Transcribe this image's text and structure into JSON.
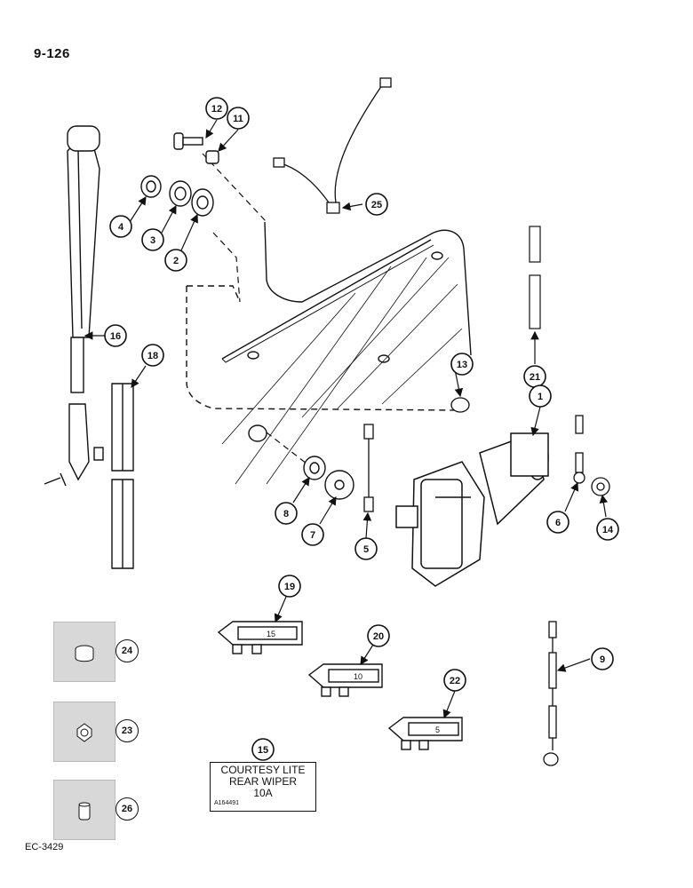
{
  "page_number": "9-126",
  "doc_code": "EC-3429",
  "decal": {
    "line1": "COURTESY LITE",
    "line2": "REAR WIPER",
    "line3": "10A",
    "part_no": "A164491"
  },
  "fuse_labels": {
    "f18": "15",
    "f19": "10",
    "f22": "5"
  },
  "callouts": [
    {
      "id": "c1",
      "num": "1"
    },
    {
      "id": "c2",
      "num": "2"
    },
    {
      "id": "c3",
      "num": "3"
    },
    {
      "id": "c4",
      "num": "4"
    },
    {
      "id": "c5",
      "num": "5"
    },
    {
      "id": "c6",
      "num": "6"
    },
    {
      "id": "c7",
      "num": "7"
    },
    {
      "id": "c8",
      "num": "8"
    },
    {
      "id": "c9",
      "num": "9"
    },
    {
      "id": "c11",
      "num": "11"
    },
    {
      "id": "c12",
      "num": "12"
    },
    {
      "id": "c13",
      "num": "13"
    },
    {
      "id": "c14",
      "num": "14"
    },
    {
      "id": "c15",
      "num": "15"
    },
    {
      "id": "c16",
      "num": "16"
    },
    {
      "id": "c18",
      "num": "18"
    },
    {
      "id": "c19",
      "num": "19"
    },
    {
      "id": "c20",
      "num": "20"
    },
    {
      "id": "c21",
      "num": "21"
    },
    {
      "id": "c22",
      "num": "22"
    },
    {
      "id": "c25",
      "num": "25"
    }
  ],
  "thumbs": [
    {
      "num": "24",
      "icon": "spacer-icon"
    },
    {
      "num": "23",
      "icon": "nut-icon"
    },
    {
      "num": "26",
      "icon": "bushing-icon"
    }
  ]
}
